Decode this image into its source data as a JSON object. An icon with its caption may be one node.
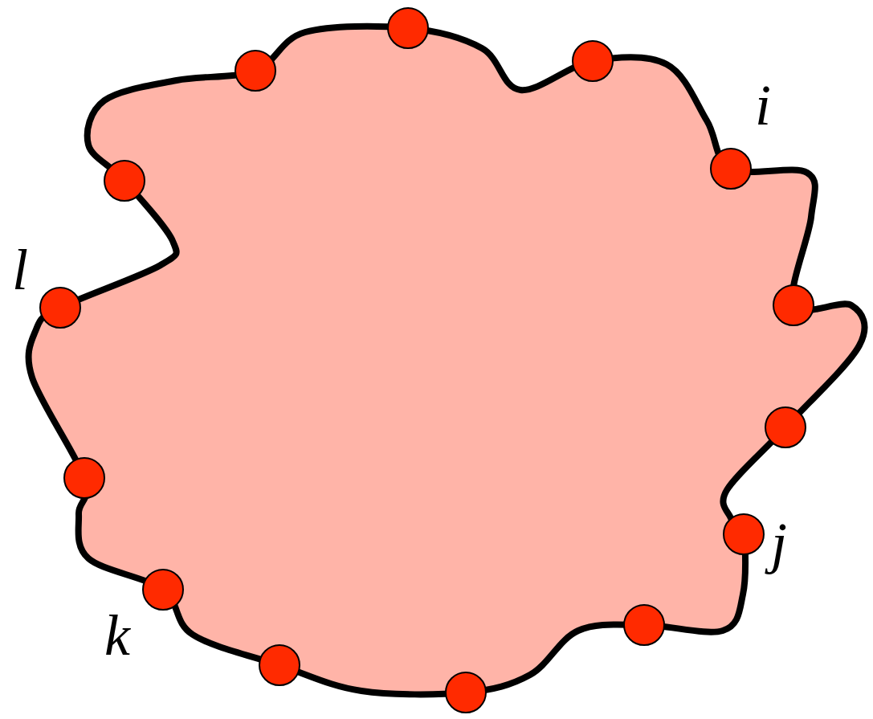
{
  "diagram": {
    "labels": [
      "i",
      "l",
      "j",
      "k"
    ]
  }
}
